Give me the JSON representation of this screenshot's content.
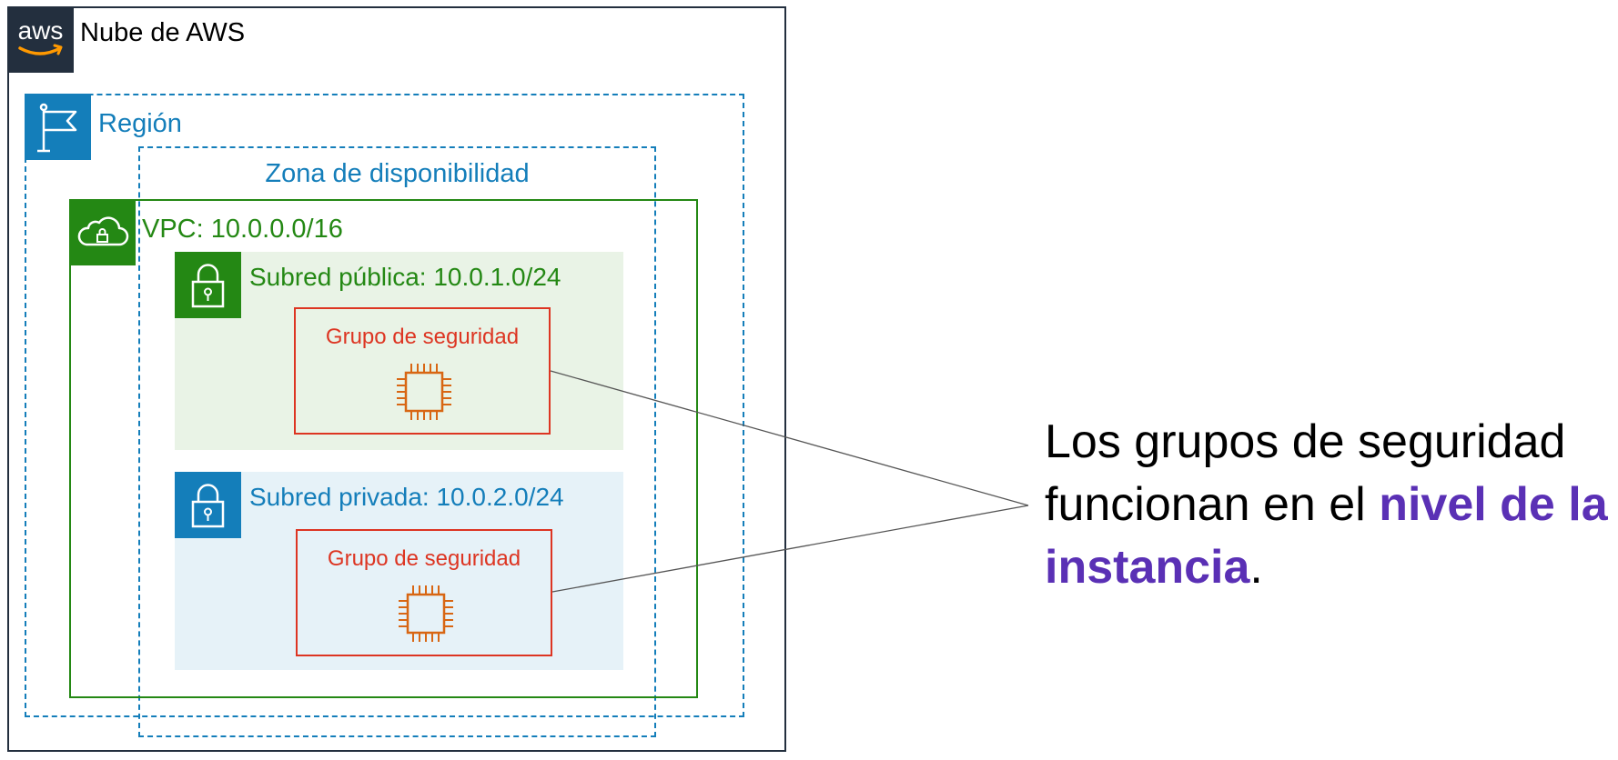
{
  "cloud": {
    "label": "Nube de AWS",
    "logo_text": "aws"
  },
  "region": {
    "label": "Región"
  },
  "availability_zone": {
    "label": "Zona de disponibilidad"
  },
  "vpc": {
    "label": "VPC: 10.0.0.0/16"
  },
  "public_subnet": {
    "label": "Subred pública: 10.0.1.0/24"
  },
  "private_subnet": {
    "label": "Subred privada: 10.0.2.0/24"
  },
  "security_groups": [
    {
      "label": "Grupo de seguridad",
      "icon": "ec2-instance-chip-icon"
    },
    {
      "label": "Grupo de seguridad",
      "icon": "ec2-instance-chip-icon"
    }
  ],
  "callout": {
    "text_before": "Los grupos de seguridad funcionan en el ",
    "emphasis": "nivel de la instancia",
    "text_after": "."
  },
  "icons": {
    "cloud": "aws-logo-icon",
    "region": "region-flag-icon",
    "vpc": "vpc-cloud-lock-icon",
    "subnets": "padlock-icon"
  },
  "colors": {
    "aws_dark": "#232f3e",
    "region_blue": "#147eba",
    "vpc_green": "#248814",
    "security_group_red": "#dd3522",
    "instance_orange": "#d86613",
    "emphasis_purple": "#5a30b5"
  }
}
